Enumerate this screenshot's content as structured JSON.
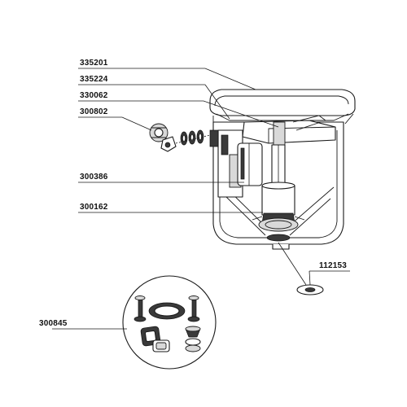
{
  "diagram": {
    "labels": [
      {
        "id": "335201",
        "text": "335201"
      },
      {
        "id": "335224",
        "text": "335224"
      },
      {
        "id": "330062",
        "text": "330062"
      },
      {
        "id": "300802",
        "text": "300802"
      },
      {
        "id": "300386",
        "text": "300386"
      },
      {
        "id": "300162",
        "text": "300162"
      },
      {
        "id": "112153",
        "text": "112153"
      },
      {
        "id": "300845",
        "text": "300845"
      }
    ]
  },
  "colors": {
    "line": "#1a1a1a",
    "shade": "#d9d9d9",
    "background": "#ffffff",
    "border_gray": "#ebebeb"
  }
}
